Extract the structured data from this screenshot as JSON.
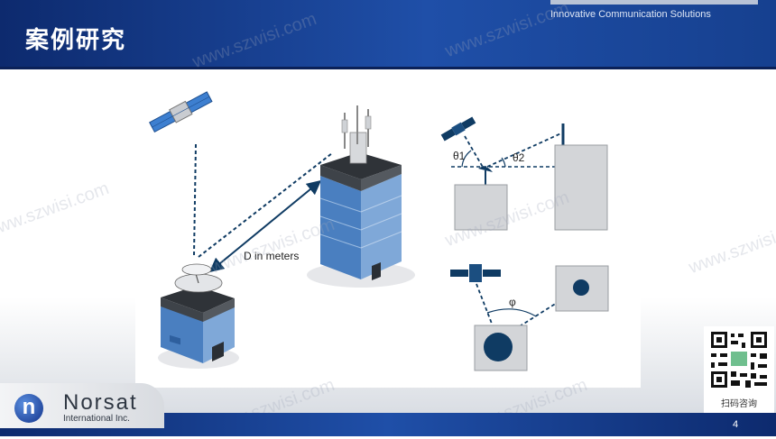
{
  "header": {
    "title": "案例研究",
    "tagline": "Innovative Communication Solutions"
  },
  "diagram": {
    "distance_label": "D in meters",
    "theta1": "θ1",
    "theta2": "θ2",
    "phi": "φ"
  },
  "footer": {
    "brand": "Norsat",
    "brand_sub": "International Inc.",
    "logo_letter": "n",
    "page_number": "4"
  },
  "qr": {
    "caption": "扫码咨询"
  },
  "watermark": {
    "text": "www.szwisi.com"
  },
  "colors": {
    "header_blue": "#1f4fa8",
    "navy": "#0f3b63",
    "building_blue": "#4a7fc0",
    "gray_box": "#d3d5d8"
  }
}
